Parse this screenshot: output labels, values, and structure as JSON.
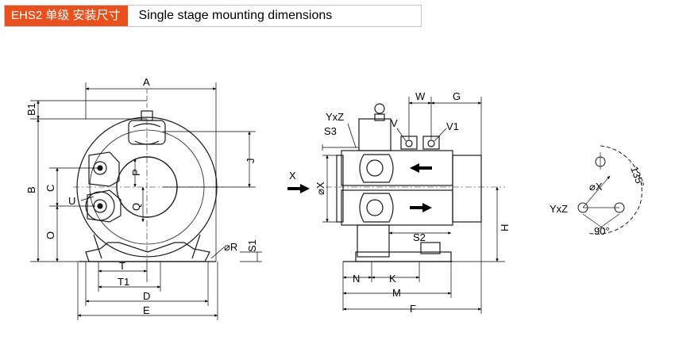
{
  "header": {
    "model_tag": "EHS2 单级 安装尺寸",
    "title": "Single stage mounting dimensions"
  },
  "colors": {
    "accent": "#e8501e",
    "line": "#1a1a1a"
  },
  "front_view": {
    "labels": {
      "A": "A",
      "B1": "B1",
      "B": "B",
      "C": "C",
      "O": "O",
      "U": "U",
      "J": "J",
      "P": "P",
      "Q": "Q",
      "T": "T",
      "T1": "T1",
      "D": "D",
      "E": "E",
      "R": "⌀R",
      "S1": "S1"
    }
  },
  "side_view": {
    "labels": {
      "YxZ": "YxZ",
      "S3": "S3",
      "V": "V",
      "W": "W",
      "G": "G",
      "V1": "V1",
      "X_arrow": "X",
      "X_dia": "⌀X",
      "H": "H",
      "S2": "S2",
      "N": "N",
      "K": "K",
      "M": "M",
      "F": "F"
    }
  },
  "flange_view": {
    "labels": {
      "angle_135": "135°",
      "X_dia": "⌀X",
      "YxZ": "YxZ",
      "angle_90": "90°"
    }
  }
}
